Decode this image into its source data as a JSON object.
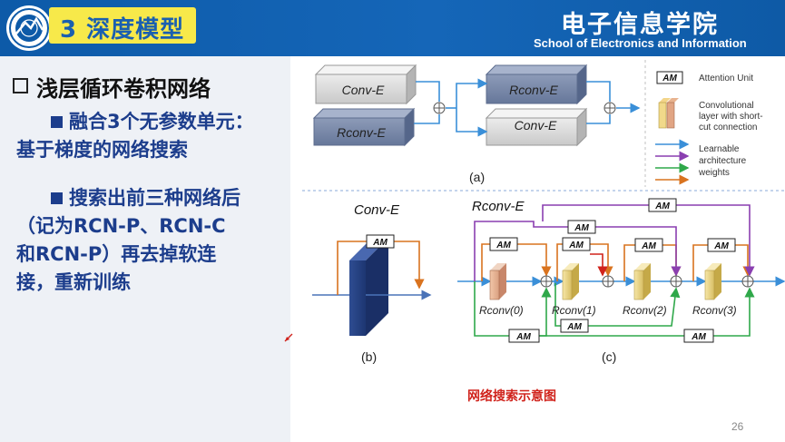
{
  "header": {
    "title": "3 深度模型",
    "school_cn": "电子信息学院",
    "school_en": "School of Electronics and Information"
  },
  "outline": {
    "level1": "浅层循环卷积网络",
    "b1_line1": "融合3个无参数单元：",
    "b1_line2": "基于梯度的网络搜索",
    "b2_line1": "搜索出前三种网络后",
    "b2_line2": "（记为RCN-P、RCN-C",
    "b2_line3": "和RCN-P）再去掉软连",
    "b2_line4": "接，重新训练"
  },
  "diagram": {
    "conv_e": "Conv-E",
    "rconv_e": "Rconv-E",
    "am": "AM",
    "label_a": "(a)",
    "label_b": "(b)",
    "label_c": "(c)",
    "rconv0": "Rconv(0)",
    "rconv1": "Rconv(1)",
    "rconv2": "Rconv(2)",
    "rconv3": "Rconv(3)"
  },
  "legend": {
    "attention": "Attention Unit",
    "conv_l1": "Convolutional",
    "conv_l2": "layer with short-",
    "conv_l3": "cut connection",
    "learn_l1": "Learnable",
    "learn_l2": "architecture",
    "learn_l3": "weights"
  },
  "caption": "网络搜索示意图",
  "page_number": "26",
  "colors": {
    "header_blue": "#1566b8",
    "title_yellow": "#f7e94a",
    "text_blue": "#1c3d8c",
    "caption_red": "#d0231c",
    "edge_blue": "#3a8fd8",
    "edge_purple": "#8a3fb0",
    "edge_green": "#2fa84a",
    "edge_orange": "#d9731f"
  }
}
